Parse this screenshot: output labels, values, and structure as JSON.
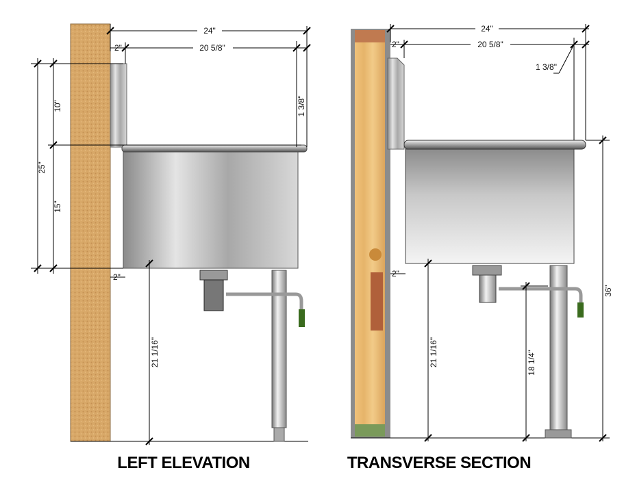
{
  "left_view": {
    "title": "LEFT ELEVATION",
    "dims": {
      "overall_width": "24\"",
      "wall_offset": "2\"",
      "bowl_width": "20 5/8\"",
      "total_height": "25\"",
      "backsplash_height": "10\"",
      "bowl_depth": "15\"",
      "rim_lip": "1 3/8\"",
      "bottom_offset": "2\"",
      "floor_to_bottom": "21 1/16\""
    }
  },
  "right_view": {
    "title": "TRANSVERSE SECTION",
    "dims": {
      "overall_width": "24\"",
      "wall_offset": "2\"",
      "bowl_width": "20 5/8\"",
      "rim_lip": "1 3/8\"",
      "bottom_offset": "2\"",
      "floor_to_bottom": "21 1/16\"",
      "floor_to_faucet": "18 1/4\"",
      "floor_to_rim": "36\""
    }
  },
  "colors": {
    "wall": "#d8a868",
    "wood": "#e8b870",
    "steel": "#b8b8b8",
    "faucet_tip": "#3a6b1e"
  }
}
